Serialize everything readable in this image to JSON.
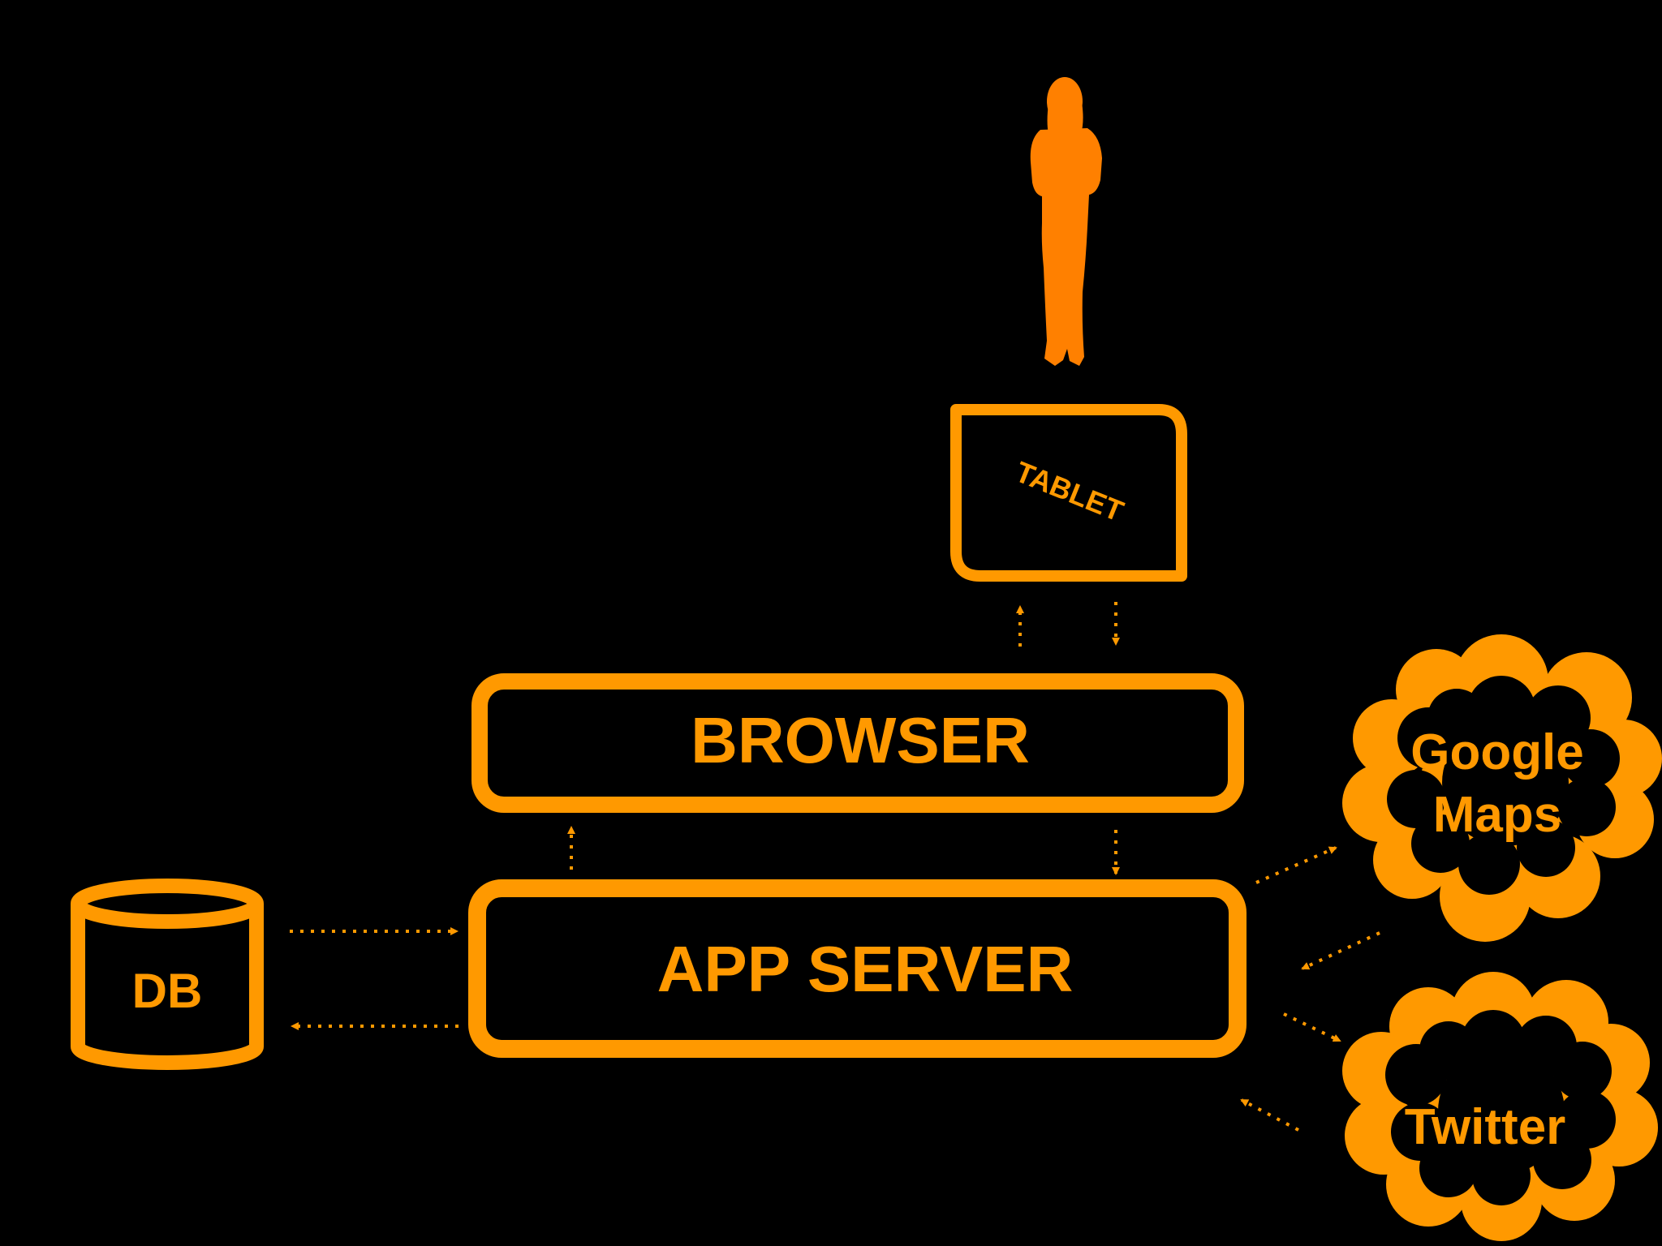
{
  "colors": {
    "background": "#000000",
    "accent": "#ff9900",
    "person": "#ff8000"
  },
  "nodes": {
    "person": {
      "icon": "person-silhouette-icon"
    },
    "tablet": {
      "label": "TABLET",
      "icon": "tablet-icon"
    },
    "browser": {
      "label": "BROWSER"
    },
    "app_server": {
      "label": "APP SERVER"
    },
    "db": {
      "label": "DB",
      "icon": "database-cylinder-icon"
    },
    "google_maps": {
      "label_line1": "Google",
      "label_line2": "Maps",
      "icon": "cloud-icon"
    },
    "twitter": {
      "label": "Twitter",
      "icon": "cloud-icon"
    }
  },
  "edges": [
    {
      "from": "browser",
      "to": "tablet"
    },
    {
      "from": "tablet",
      "to": "browser"
    },
    {
      "from": "app_server",
      "to": "browser"
    },
    {
      "from": "browser",
      "to": "app_server"
    },
    {
      "from": "db",
      "to": "app_server"
    },
    {
      "from": "app_server",
      "to": "db"
    },
    {
      "from": "app_server",
      "to": "google_maps"
    },
    {
      "from": "google_maps",
      "to": "app_server"
    },
    {
      "from": "app_server",
      "to": "twitter"
    },
    {
      "from": "twitter",
      "to": "app_server"
    }
  ]
}
